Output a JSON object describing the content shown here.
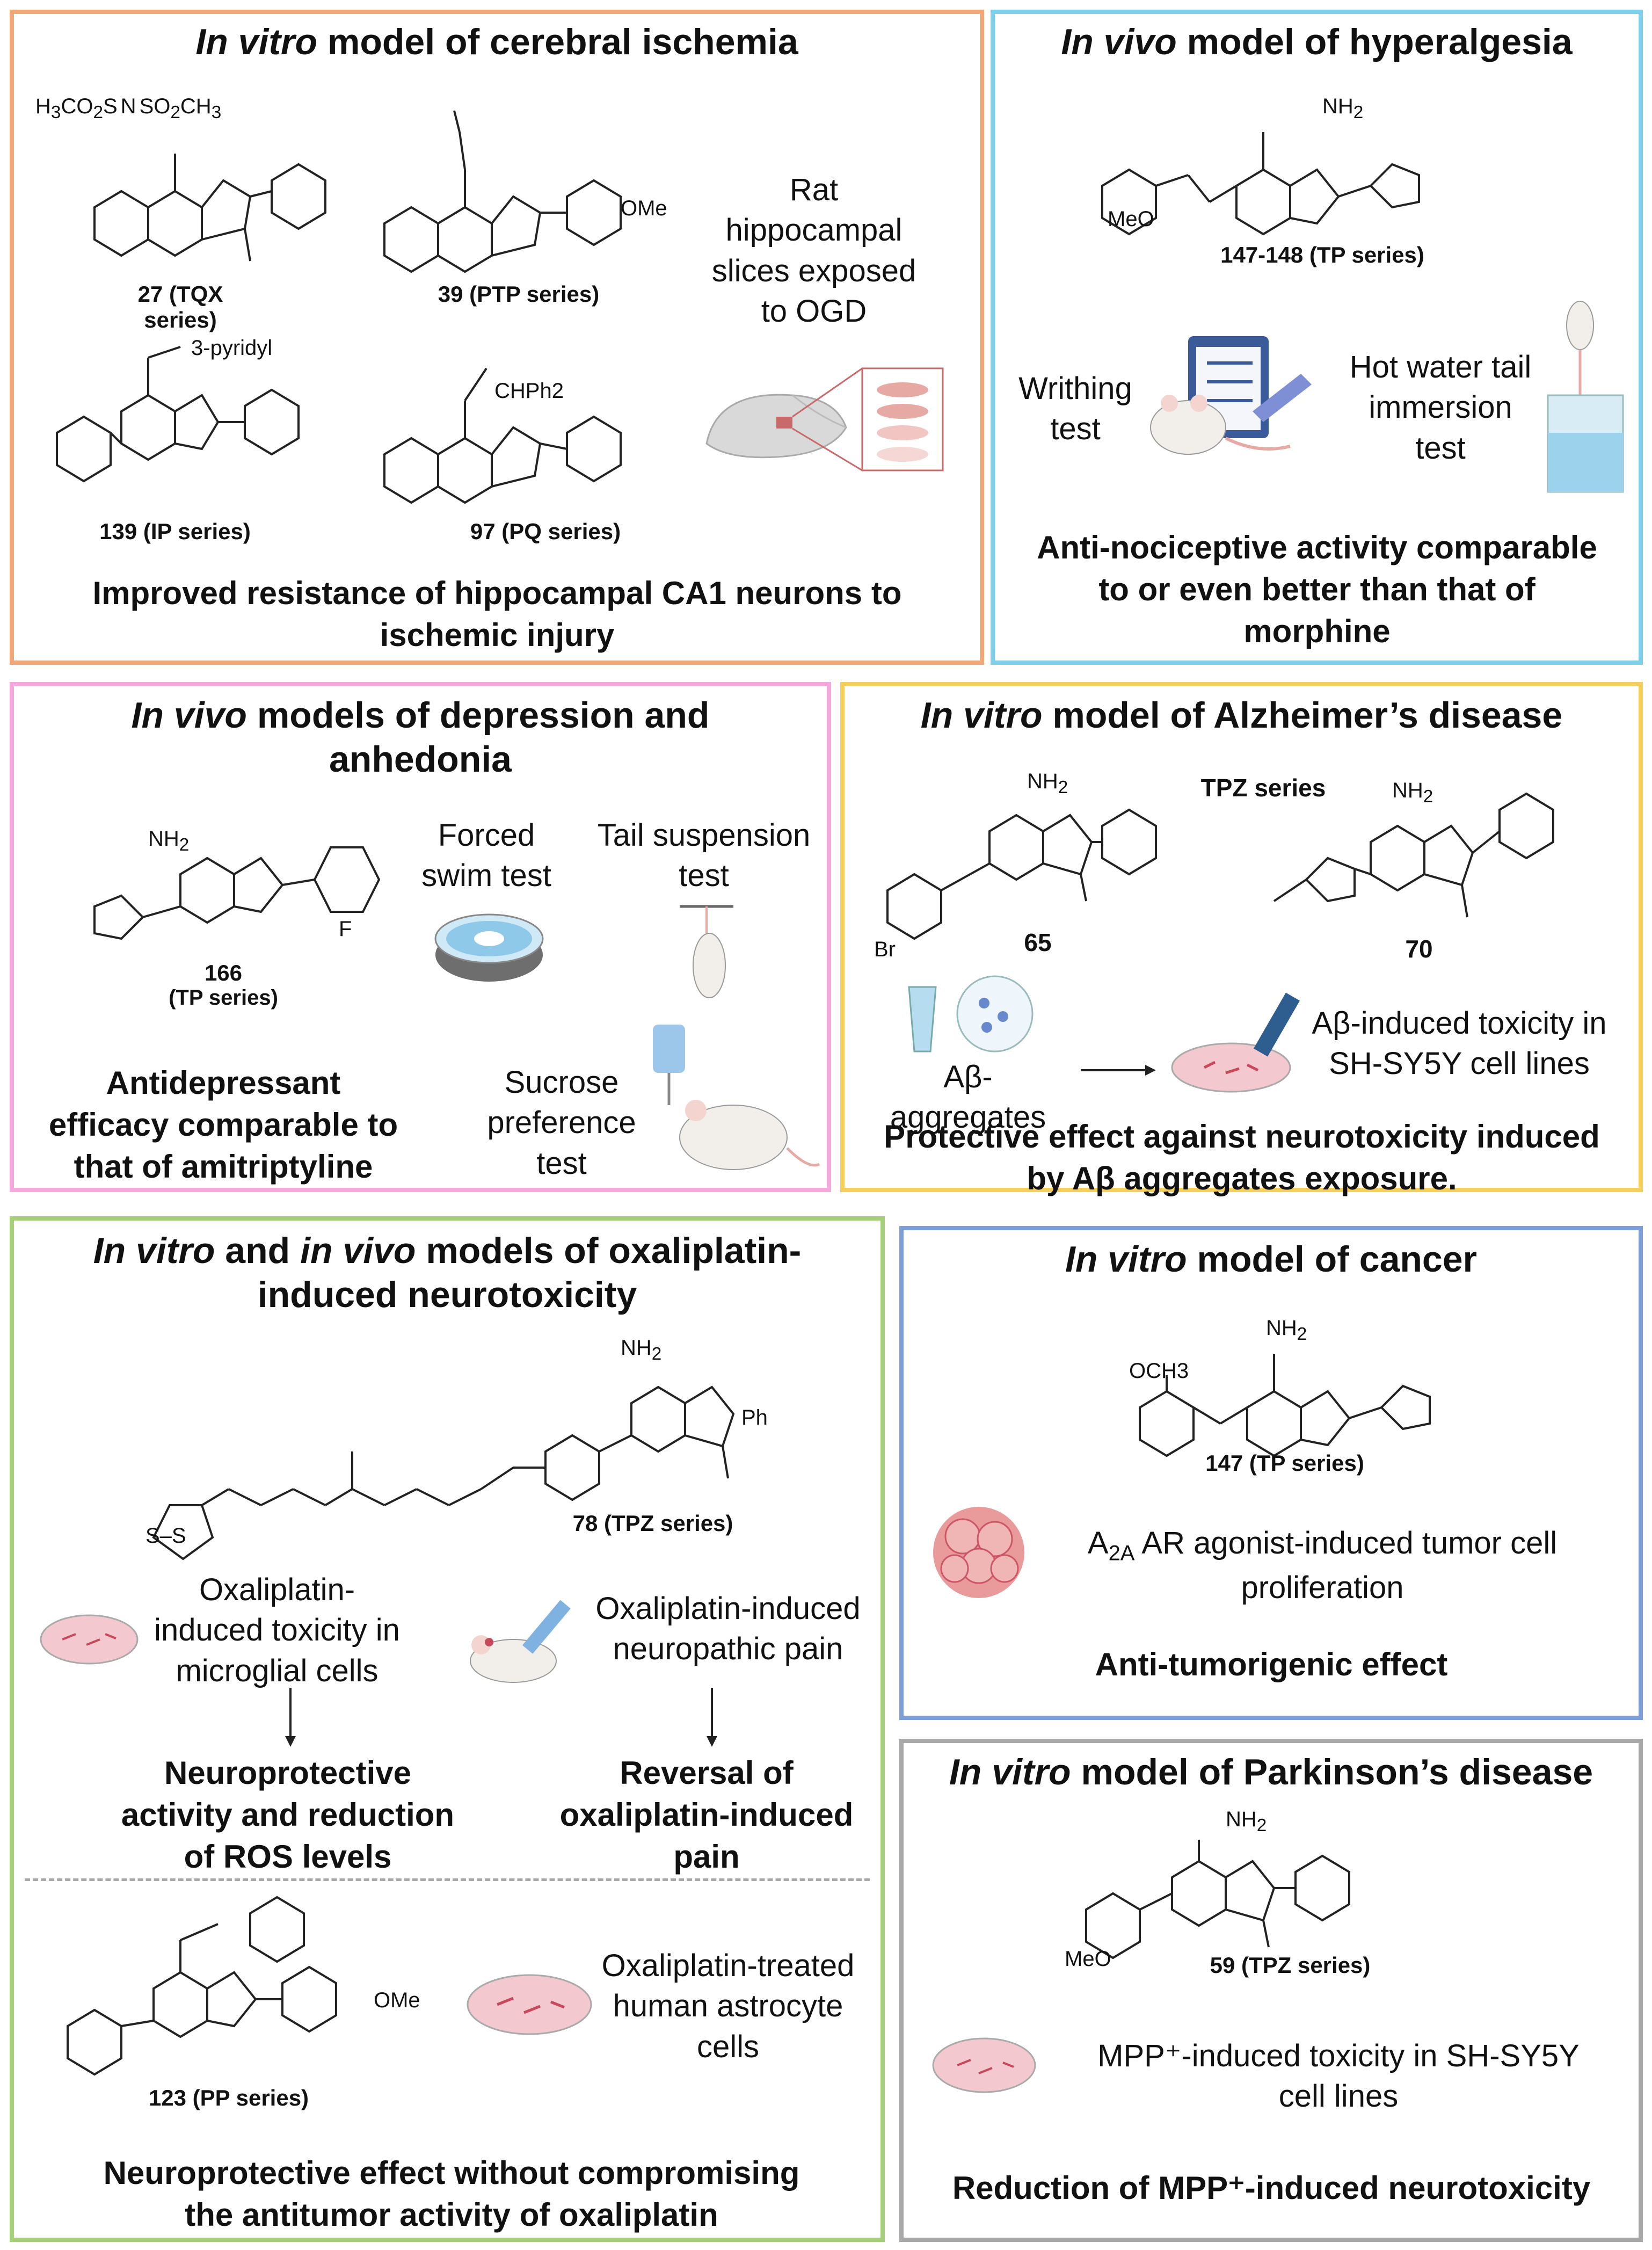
{
  "colors": {
    "ischemia": "#f0a878",
    "hyperalgesia": "#7ed0ea",
    "depression": "#f5a8dc",
    "alzheimer": "#f4cf5c",
    "oxaliplatin": "#a6cf7a",
    "cancer": "#7d9ed6",
    "parkinson": "#a8a8a8"
  },
  "ischemia": {
    "title_em": "In vitro",
    "title_rest": " model of cerebral ischemia",
    "compounds": [
      {
        "label": "27 (TQX series)",
        "substituent": "H3CO2S–N–SO2CH3"
      },
      {
        "label": "39 (PTP series)",
        "substituent": "OMe"
      },
      {
        "label": "139 (IP series)",
        "substituent": "3-pyridyl"
      },
      {
        "label": "97 (PQ series)",
        "substituent": "CHPh2"
      }
    ],
    "model": [
      "Rat",
      "hippocampal",
      "slices exposed",
      "to OGD"
    ],
    "result": [
      "Improved resistance of hippocampal CA1 neurons to",
      "ischemic injury"
    ]
  },
  "hyperalgesia": {
    "title_em": "In vivo",
    "title_rest": " model of hyperalgesia",
    "compound": {
      "label": "147-148 (TP series)",
      "nh2": "NH2",
      "substituent": "MeO"
    },
    "test1": [
      "Writhing",
      "test"
    ],
    "test2": [
      "Hot water tail",
      "immersion",
      "test"
    ],
    "result": [
      "Anti-nociceptive activity comparable",
      "to or even better than that of",
      "morphine"
    ]
  },
  "depression": {
    "title_em": "In vivo",
    "title_rest": " models of depression and",
    "title_line2": "anhedonia",
    "compound": {
      "label": "166",
      "sublabel": "(TP series)",
      "nh2": "NH2",
      "substituent": "F"
    },
    "test1": [
      "Forced",
      "swim test"
    ],
    "test2": [
      "Tail suspension",
      "test"
    ],
    "test3": [
      "Sucrose",
      "preference",
      "test"
    ],
    "result": [
      "Antidepressant",
      "efficacy comparable to",
      "that of amitriptyline"
    ]
  },
  "alzheimer": {
    "title_em": "In vitro",
    "title_rest": " model of Alzheimer’s disease",
    "series": "TPZ series",
    "compounds": [
      {
        "label": "65",
        "substituent": "Br",
        "nh2": "NH2"
      },
      {
        "label": "70",
        "nh2": "NH2"
      }
    ],
    "aggregates": "Aβ-aggregates",
    "model": [
      "Aβ-induced toxicity in",
      "SH-SY5Y cell lines"
    ],
    "result": [
      "Protective effect against neurotoxicity induced",
      "by Aβ aggregates exposure."
    ]
  },
  "oxaliplatin": {
    "title_em1": "In vitro",
    "title_mid": " and ",
    "title_em2": "in vivo",
    "title_rest": " models of oxaliplatin-",
    "title_line2": "induced neurotoxicity",
    "compound78": {
      "label": "78 (TPZ series)",
      "nh2": "NH2",
      "ph": "Ph"
    },
    "model1": [
      "Oxaliplatin-",
      "induced toxicity in",
      "microglial cells"
    ],
    "model2": [
      "Oxaliplatin-induced",
      "neuropathic pain"
    ],
    "result1": [
      "Neuroprotective",
      "activity and reduction",
      "of ROS levels"
    ],
    "result2": [
      "Reversal of",
      "oxaliplatin-induced",
      "pain"
    ],
    "compound123": {
      "label": "123 (PP series)",
      "substituent": "OMe"
    },
    "model3": [
      "Oxaliplatin-treated",
      "human astrocyte",
      "cells"
    ],
    "result3": [
      "Neuroprotective effect without compromising",
      "the antitumor activity of oxaliplatin"
    ]
  },
  "cancer": {
    "title_em": "In vitro",
    "title_rest": " model of cancer",
    "compound": {
      "label": "147 (TP series)",
      "nh2": "NH2",
      "substituent": "OCH3"
    },
    "model_pre": "A",
    "model_sub": "2A",
    "model_rest": " AR agonist-induced tumor cell",
    "model_line2": "proliferation",
    "result": "Anti-tumorigenic effect"
  },
  "parkinson": {
    "title_em": "In vitro",
    "title_rest": " model of Parkinson’s disease",
    "compound": {
      "label": "59 (TPZ series)",
      "nh2": "NH2",
      "substituent": "MeO"
    },
    "model": [
      "MPP⁺-induced toxicity in SH-SY5Y",
      "cell lines"
    ],
    "result": "Reduction of MPP⁺-induced neurotoxicity"
  }
}
